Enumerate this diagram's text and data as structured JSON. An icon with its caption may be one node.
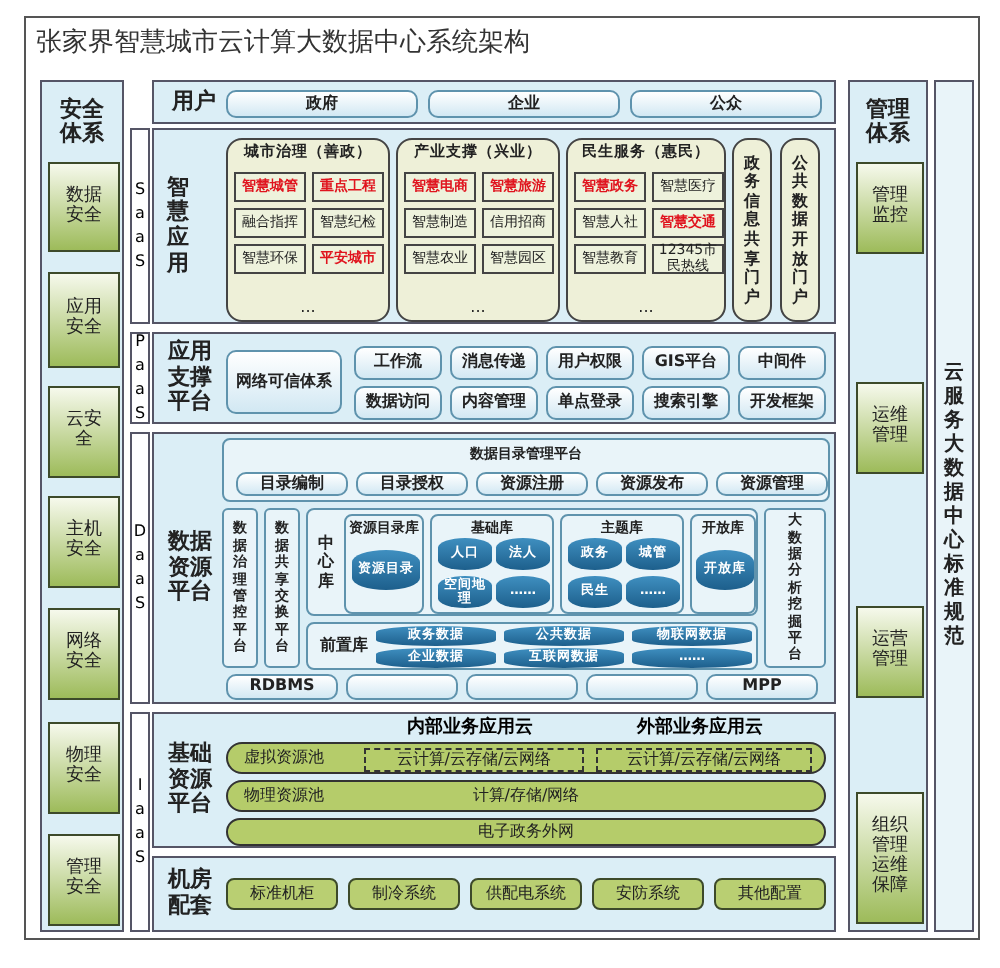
{
  "diagram": {
    "title": "张家界智慧城市云计算大数据中心系统架构",
    "nodes": [
      {
        "text": [
          "安全体系"
        ]
      },
      {
        "text": [
          "数据安全"
        ],
        "in": 0
      },
      {
        "text": [
          "应用安全"
        ],
        "in": 0
      },
      {
        "text": [
          "云安全"
        ],
        "in": 0
      },
      {
        "text": [
          "主机安全"
        ],
        "in": 0
      },
      {
        "text": [
          "网络安全"
        ],
        "in": 0
      },
      {
        "text": [
          "物理安全"
        ],
        "in": 0
      },
      {
        "text": [
          "管理安全"
        ],
        "in": 0
      },
      {
        "text": [
          "用户"
        ]
      },
      {
        "text": [
          "政府"
        ],
        "in": 8
      },
      {
        "text": [
          "企业"
        ],
        "in": 8
      },
      {
        "text": [
          "公众"
        ],
        "in": 8
      },
      {
        "text": [
          "智慧应用"
        ]
      },
      {
        "text": [
          "城市治理（善政）",
          "..."
        ],
        "in": 12
      },
      {
        "text": [
          "智慧城管"
        ],
        "in": 13
      },
      {
        "text": [
          "重点工程"
        ],
        "in": 13
      },
      {
        "text": [
          "融合指挥"
        ],
        "in": 13
      },
      {
        "text": [
          "智慧纪检"
        ],
        "in": 13
      },
      {
        "text": [
          "智慧环保"
        ],
        "in": 13
      },
      {
        "text": [
          "平安城市"
        ],
        "in": 13
      },
      {
        "text": [
          "产业支撑（兴业）",
          "..."
        ],
        "in": 12
      },
      {
        "text": [
          "智慧电商"
        ],
        "in": 20
      },
      {
        "text": [
          "智慧旅游"
        ],
        "in": 20
      },
      {
        "text": [
          "智慧制造"
        ],
        "in": 20
      },
      {
        "text": [
          "信用招商"
        ],
        "in": 20
      },
      {
        "text": [
          "智慧农业"
        ],
        "in": 20
      },
      {
        "text": [
          "智慧园区"
        ],
        "in": 20
      },
      {
        "text": [
          "民生服务（惠民）",
          "..."
        ],
        "in": 12
      },
      {
        "text": [
          "智慧政务"
        ],
        "in": 27
      },
      {
        "text": [
          "智慧医疗"
        ],
        "in": 27
      },
      {
        "text": [
          "智慧人社"
        ],
        "in": 27
      },
      {
        "text": [
          "智慧交通"
        ],
        "in": 27
      },
      {
        "text": [
          "智慧教育"
        ],
        "in": 27
      },
      {
        "text": [
          "12345市民热线"
        ],
        "in": 27
      },
      {
        "text": [
          "政务信息共享门户"
        ],
        "in": 12
      },
      {
        "text": [
          "公共数据开放门户"
        ],
        "in": 12
      },
      {
        "text": [
          "应用支撑平台"
        ]
      },
      {
        "text": [
          "网络可信体系"
        ],
        "in": 36
      },
      {
        "text": [
          "工作流"
        ],
        "in": 36
      },
      {
        "text": [
          "消息传递"
        ],
        "in": 36
      },
      {
        "text": [
          "用户权限"
        ],
        "in": 36
      },
      {
        "text": [
          "GIS平台"
        ],
        "in": 36
      },
      {
        "text": [
          "中间件"
        ],
        "in": 36
      },
      {
        "text": [
          "数据访问"
        ],
        "in": 36
      },
      {
        "text": [
          "内容管理"
        ],
        "in": 36
      },
      {
        "text": [
          "单点登录"
        ],
        "in": 36
      },
      {
        "text": [
          "搜索引擎"
        ],
        "in": 36
      },
      {
        "text": [
          "开发框架"
        ],
        "in": 36
      },
      {
        "text": [
          "数据资源平台"
        ]
      },
      {
        "text": [
          "数据目录管理平台"
        ],
        "in": 48
      },
      {
        "text": [
          "目录编制"
        ],
        "in": 49
      },
      {
        "text": [
          "目录授权"
        ],
        "in": 49
      },
      {
        "text": [
          "资源注册"
        ],
        "in": 49
      },
      {
        "text": [
          "资源发布"
        ],
        "in": 49
      },
      {
        "text": [
          "资源管理"
        ],
        "in": 49
      },
      {
        "text": [
          "数据治理管控平台"
        ],
        "in": 48
      },
      {
        "text": [
          "数据共享交换平台"
        ],
        "in": 48
      },
      {
        "text": [
          "中心库"
        ],
        "in": 48
      },
      {
        "text": [
          "资源目录库"
        ],
        "in": 57
      },
      {
        "text": [
          "资源目录"
        ],
        "in": 58
      },
      {
        "text": [
          "基础库"
        ],
        "in": 57
      },
      {
        "text": [
          "人口"
        ],
        "in": 60
      },
      {
        "text": [
          "法人"
        ],
        "in": 60
      },
      {
        "text": [
          "空间地理"
        ],
        "in": 60
      },
      {
        "text": [
          "……"
        ],
        "in": 60
      },
      {
        "text": [
          "主题库"
        ],
        "in": 57
      },
      {
        "text": [
          "政务"
        ],
        "in": 65
      },
      {
        "text": [
          "城管"
        ],
        "in": 65
      },
      {
        "text": [
          "民生"
        ],
        "in": 65
      },
      {
        "text": [
          "……"
        ],
        "in": 65
      },
      {
        "text": [
          "开放库"
        ],
        "in": 57
      },
      {
        "text": [
          "开放库"
        ],
        "in": 70
      },
      {
        "text": [
          "前置库"
        ],
        "in": 48
      },
      {
        "text": [
          "政务数据"
        ],
        "in": 72
      },
      {
        "text": [
          "企业数据"
        ],
        "in": 72
      },
      {
        "text": [
          "公共数据"
        ],
        "in": 72
      },
      {
        "text": [
          "互联网数据"
        ],
        "in": 72
      },
      {
        "text": [
          "物联网数据"
        ],
        "in": 72
      },
      {
        "text": [
          "……"
        ],
        "in": 72
      },
      {
        "text": [
          "大数据分析挖掘平台"
        ],
        "in": 48
      },
      {
        "text": [
          "RDBMS"
        ],
        "in": 48
      },
      {
        "text": [],
        "shape": "box",
        "in": 48
      },
      {
        "text": [],
        "shape": "box",
        "in": 48
      },
      {
        "text": [],
        "shape": "box",
        "in": 48
      },
      {
        "text": [
          "MPP"
        ],
        "in": 48
      },
      {
        "text": [
          "基础资源平台"
        ]
      },
      {
        "text": [
          "虚拟资源池"
        ],
        "in": 85
      },
      {
        "text": [
          "云计算/云存储/云网络"
        ],
        "in": 86
      },
      {
        "text": [
          "云计算/云存储/云网络"
        ],
        "in": 86
      },
      {
        "text": [
          "物理资源池",
          "计算/存储/网络"
        ],
        "in": 85
      },
      {
        "text": [
          "电子政务外网"
        ],
        "in": 85
      },
      {
        "text": [
          "机房配套"
        ]
      },
      {
        "text": [
          "标准机柜"
        ],
        "in": 91
      },
      {
        "text": [
          "制冷系统"
        ],
        "in": 91
      },
      {
        "text": [
          "供配电系统"
        ],
        "in": 91
      },
      {
        "text": [
          "安防系统"
        ],
        "in": 91
      },
      {
        "text": [
          "其他配置"
        ],
        "in": 91
      },
      {
        "text": [
          "管理体系"
        ]
      },
      {
        "text": [
          "管理监控"
        ],
        "in": 97
      },
      {
        "text": [
          "运维管理"
        ],
        "in": 97
      },
      {
        "text": [
          "运营管理"
        ],
        "in": 97
      },
      {
        "text": [
          "组织管理运维保障"
        ],
        "in": 97
      },
      {
        "text": [
          "云服务大数据中心标准规范"
        ]
      }
    ],
    "labels": [
      "SaaS",
      "PaaS",
      "DaaS",
      "IaaS",
      "内部业务应用云",
      "外部业务应用云"
    ]
  }
}
